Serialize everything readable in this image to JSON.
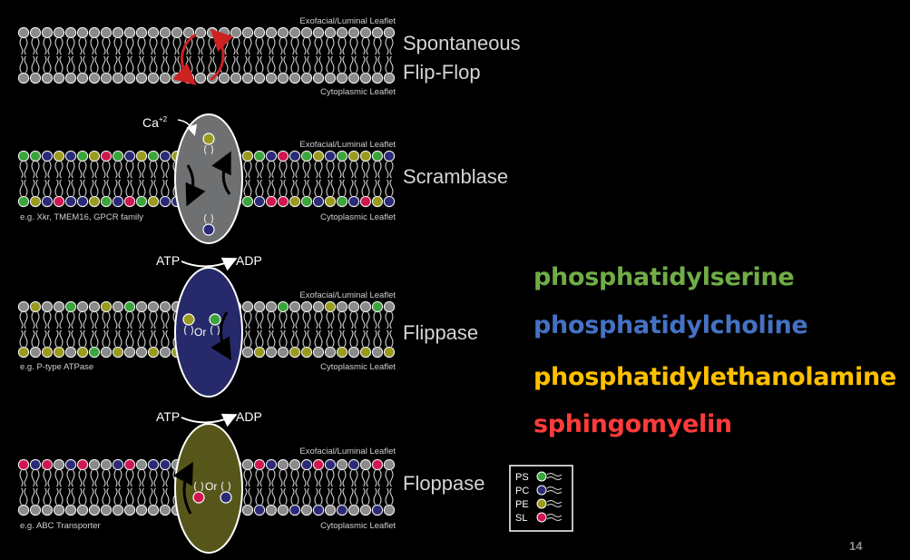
{
  "panels": [
    {
      "id": "flipflop",
      "title_lines": [
        "Spontaneous",
        "Flip-Flop"
      ],
      "top_leaflet": "Exofacial/Luminal Leaflet",
      "bottom_leaflet": "Cytoplasmic Leaflet",
      "example": "",
      "protein_label": ""
    },
    {
      "id": "scramblase",
      "title_lines": [
        "Scramblase"
      ],
      "top_leaflet": "Exofacial/Luminal Leaflet",
      "bottom_leaflet": "Cytoplasmic Leaflet",
      "example": "e.g. Xkr, TMEM16, GPCR family",
      "cofactor": "Ca",
      "cofactor_sup": "+2"
    },
    {
      "id": "flippase",
      "title_lines": [
        "Flippase"
      ],
      "top_leaflet": "Exofacial/Luminal Leaflet",
      "bottom_leaflet": "Cytoplasmic Leaflet",
      "example": "e.g. P-type ATPase",
      "atp": "ATP",
      "adp": "ADP",
      "or_label": "Or"
    },
    {
      "id": "floppase",
      "title_lines": [
        "Floppase"
      ],
      "top_leaflet": "Exofacial/Luminal Leaflet",
      "bottom_leaflet": "Cytoplasmic Leaflet",
      "example": "e.g. ABC Transporter",
      "atp": "ATP",
      "adp": "ADP",
      "or_label": "Or"
    }
  ],
  "legend": [
    {
      "abbr": "PS",
      "color": "#3aa53a"
    },
    {
      "abbr": "PC",
      "color": "#2a2a78"
    },
    {
      "abbr": "PE",
      "color": "#9a9a1e"
    },
    {
      "abbr": "SL",
      "color": "#d01650"
    }
  ],
  "terms": [
    {
      "text": "phosphatidylserine",
      "color": "#70ad47"
    },
    {
      "text": "phosphatidylcholine",
      "color": "#4472c4"
    },
    {
      "text": "phosphatidylethanolamine",
      "color": "#ffc000"
    },
    {
      "text": "sphingomyelin",
      "color": "#ff3b3b"
    }
  ],
  "colors": {
    "head_gray": "#8a8a8a",
    "scramblase_protein": "#6e7072",
    "flippase_protein": "#262a6a",
    "floppase_protein": "#56561a",
    "flipflop_arrow": "#cc2222"
  },
  "page_number": "14"
}
